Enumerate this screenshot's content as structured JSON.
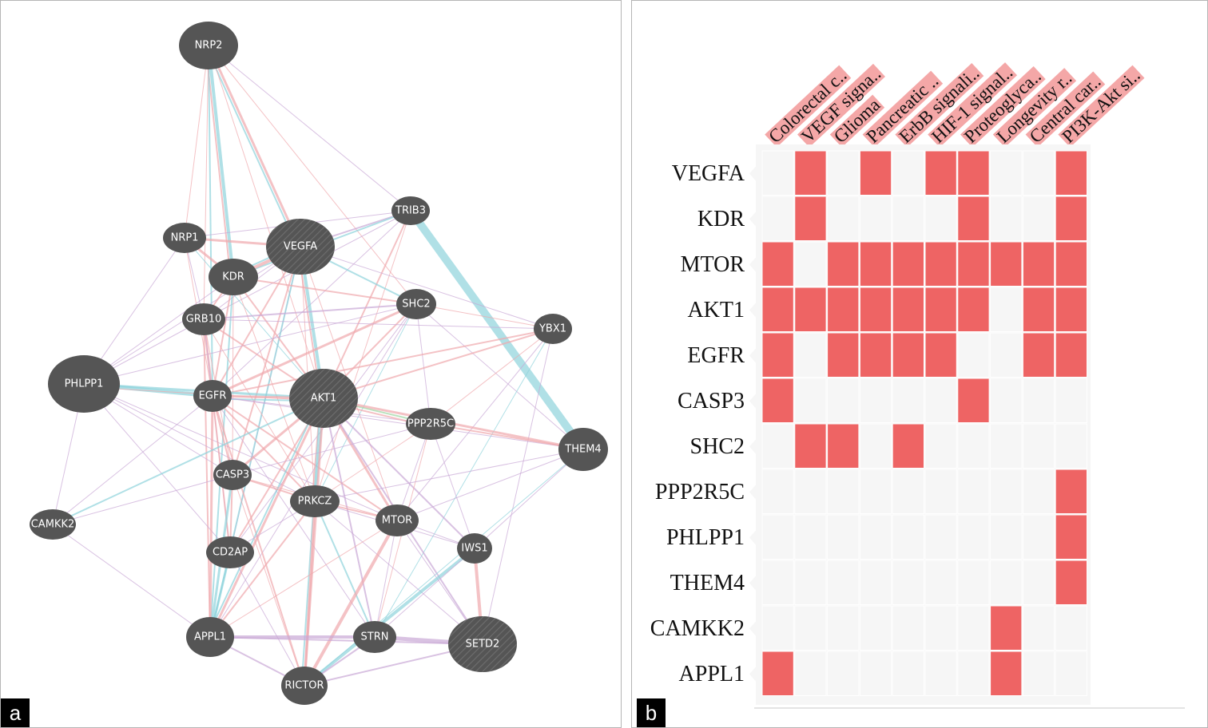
{
  "panels": {
    "a": "a",
    "b": "b"
  },
  "network": {
    "nodes": [
      {
        "id": "NRP2",
        "hatched": false
      },
      {
        "id": "TRIB3",
        "hatched": false
      },
      {
        "id": "NRP1",
        "hatched": false
      },
      {
        "id": "VEGFA",
        "hatched": true
      },
      {
        "id": "KDR",
        "hatched": false
      },
      {
        "id": "SHC2",
        "hatched": false
      },
      {
        "id": "GRB10",
        "hatched": false
      },
      {
        "id": "YBX1",
        "hatched": false
      },
      {
        "id": "PHLPP1",
        "hatched": false
      },
      {
        "id": "EGFR",
        "hatched": false
      },
      {
        "id": "AKT1",
        "hatched": true
      },
      {
        "id": "PPP2R5C",
        "hatched": false
      },
      {
        "id": "THEM4",
        "hatched": false
      },
      {
        "id": "CASP3",
        "hatched": false
      },
      {
        "id": "PRKCZ",
        "hatched": false
      },
      {
        "id": "MTOR",
        "hatched": false
      },
      {
        "id": "CAMKK2",
        "hatched": false
      },
      {
        "id": "IWS1",
        "hatched": false
      },
      {
        "id": "CD2AP",
        "hatched": false
      },
      {
        "id": "APPL1",
        "hatched": false
      },
      {
        "id": "STRN",
        "hatched": false
      },
      {
        "id": "SETD2",
        "hatched": true
      },
      {
        "id": "RICTOR",
        "hatched": false
      }
    ],
    "edge_colors": {
      "pink": "#f0a8ac",
      "cyan": "#8fd3dc",
      "purple": "#c9a8d6",
      "green": "#9fd6a4"
    },
    "edges": [
      [
        "NRP2",
        "VEGFA",
        "pink",
        3
      ],
      [
        "NRP2",
        "VEGFA",
        "cyan",
        2
      ],
      [
        "NRP2",
        "KDR",
        "cyan",
        4
      ],
      [
        "NRP2",
        "KDR",
        "pink",
        2
      ],
      [
        "NRP2",
        "NRP1",
        "pink",
        1
      ],
      [
        "NRP2",
        "AKT1",
        "pink",
        1
      ],
      [
        "NRP2",
        "EGFR",
        "cyan",
        2
      ],
      [
        "NRP2",
        "GRB10",
        "pink",
        1
      ],
      [
        "NRP2",
        "TRIB3",
        "purple",
        1
      ],
      [
        "NRP2",
        "SHC2",
        "pink",
        1
      ],
      [
        "TRIB3",
        "THEM4",
        "cyan",
        10
      ],
      [
        "TRIB3",
        "AKT1",
        "pink",
        2
      ],
      [
        "TRIB3",
        "VEGFA",
        "purple",
        2
      ],
      [
        "TRIB3",
        "NRP1",
        "purple",
        1
      ],
      [
        "TRIB3",
        "KDR",
        "cyan",
        2
      ],
      [
        "TRIB3",
        "EGFR",
        "purple",
        1
      ],
      [
        "TRIB3",
        "PRKCZ",
        "pink",
        1
      ],
      [
        "TRIB3",
        "GRB10",
        "purple",
        1
      ],
      [
        "NRP1",
        "VEGFA",
        "pink",
        3
      ],
      [
        "NRP1",
        "KDR",
        "pink",
        3
      ],
      [
        "NRP1",
        "GRB10",
        "purple",
        1
      ],
      [
        "NRP1",
        "EGFR",
        "pink",
        1
      ],
      [
        "NRP1",
        "AKT1",
        "cyan",
        1
      ],
      [
        "NRP1",
        "PHLPP1",
        "purple",
        1
      ],
      [
        "VEGFA",
        "KDR",
        "pink",
        4
      ],
      [
        "VEGFA",
        "KDR",
        "cyan",
        2
      ],
      [
        "VEGFA",
        "EGFR",
        "pink",
        2
      ],
      [
        "VEGFA",
        "AKT1",
        "cyan",
        4
      ],
      [
        "VEGFA",
        "AKT1",
        "pink",
        2
      ],
      [
        "VEGFA",
        "SHC2",
        "cyan",
        2
      ],
      [
        "VEGFA",
        "GRB10",
        "purple",
        1
      ],
      [
        "VEGFA",
        "CASP3",
        "pink",
        2
      ],
      [
        "VEGFA",
        "PRKCZ",
        "pink",
        1
      ],
      [
        "VEGFA",
        "MTOR",
        "pink",
        1
      ],
      [
        "VEGFA",
        "PHLPP1",
        "purple",
        1
      ],
      [
        "VEGFA",
        "YBX1",
        "purple",
        1
      ],
      [
        "VEGFA",
        "CD2AP",
        "purple",
        1
      ],
      [
        "VEGFA",
        "APPL1",
        "cyan",
        2
      ],
      [
        "KDR",
        "EGFR",
        "pink",
        2
      ],
      [
        "KDR",
        "GRB10",
        "pink",
        2
      ],
      [
        "KDR",
        "AKT1",
        "pink",
        2
      ],
      [
        "KDR",
        "SHC2",
        "pink",
        2
      ],
      [
        "KDR",
        "PRKCZ",
        "pink",
        1
      ],
      [
        "KDR",
        "CASP3",
        "pink",
        1
      ],
      [
        "KDR",
        "APPL1",
        "cyan",
        2
      ],
      [
        "KDR",
        "PHLPP1",
        "purple",
        1
      ],
      [
        "SHC2",
        "EGFR",
        "pink",
        3
      ],
      [
        "SHC2",
        "AKT1",
        "pink",
        2
      ],
      [
        "SHC2",
        "GRB10",
        "purple",
        2
      ],
      [
        "SHC2",
        "YBX1",
        "pink",
        1
      ],
      [
        "SHC2",
        "PPP2R5C",
        "purple",
        1
      ],
      [
        "SHC2",
        "PRKCZ",
        "cyan",
        1
      ],
      [
        "SHC2",
        "PHLPP1",
        "purple",
        1
      ],
      [
        "SHC2",
        "APPL1",
        "purple",
        1
      ],
      [
        "SHC2",
        "CD2AP",
        "purple",
        1
      ],
      [
        "SHC2",
        "THEM4",
        "purple",
        1
      ],
      [
        "GRB10",
        "EGFR",
        "pink",
        3
      ],
      [
        "GRB10",
        "AKT1",
        "pink",
        2
      ],
      [
        "GRB10",
        "PHLPP1",
        "purple",
        1
      ],
      [
        "GRB10",
        "CASP3",
        "pink",
        1
      ],
      [
        "GRB10",
        "APPL1",
        "pink",
        2
      ],
      [
        "GRB10",
        "CD2AP",
        "purple",
        1
      ],
      [
        "GRB10",
        "PRKCZ",
        "pink",
        1
      ],
      [
        "GRB10",
        "YBX1",
        "purple",
        1
      ],
      [
        "YBX1",
        "AKT1",
        "pink",
        2
      ],
      [
        "YBX1",
        "EGFR",
        "pink",
        2
      ],
      [
        "YBX1",
        "PPP2R5C",
        "pink",
        1
      ],
      [
        "YBX1",
        "MTOR",
        "purple",
        1
      ],
      [
        "YBX1",
        "SETD2",
        "purple",
        1
      ],
      [
        "YBX1",
        "STRN",
        "cyan",
        1
      ],
      [
        "PHLPP1",
        "EGFR",
        "cyan",
        5
      ],
      [
        "PHLPP1",
        "AKT1",
        "cyan",
        3
      ],
      [
        "PHLPP1",
        "AKT1",
        "pink",
        1
      ],
      [
        "PHLPP1",
        "CAMKK2",
        "purple",
        1
      ],
      [
        "PHLPP1",
        "CASP3",
        "purple",
        1
      ],
      [
        "PHLPP1",
        "PRKCZ",
        "purple",
        1
      ],
      [
        "PHLPP1",
        "MTOR",
        "purple",
        1
      ],
      [
        "PHLPP1",
        "CD2AP",
        "purple",
        1
      ],
      [
        "EGFR",
        "AKT1",
        "pink",
        3
      ],
      [
        "EGFR",
        "AKT1",
        "cyan",
        2
      ],
      [
        "EGFR",
        "CASP3",
        "pink",
        2
      ],
      [
        "EGFR",
        "PRKCZ",
        "pink",
        2
      ],
      [
        "EGFR",
        "MTOR",
        "pink",
        2
      ],
      [
        "EGFR",
        "CD2AP",
        "pink",
        2
      ],
      [
        "EGFR",
        "APPL1",
        "pink",
        3
      ],
      [
        "EGFR",
        "PPP2R5C",
        "purple",
        1
      ],
      [
        "EGFR",
        "RICTOR",
        "pink",
        2
      ],
      [
        "EGFR",
        "STRN",
        "purple",
        1
      ],
      [
        "EGFR",
        "CAMKK2",
        "purple",
        1
      ],
      [
        "EGFR",
        "THEM4",
        "purple",
        1
      ],
      [
        "AKT1",
        "PPP2R5C",
        "green",
        2
      ],
      [
        "AKT1",
        "PPP2R5C",
        "pink",
        2
      ],
      [
        "AKT1",
        "THEM4",
        "pink",
        3
      ],
      [
        "AKT1",
        "CASP3",
        "pink",
        3
      ],
      [
        "AKT1",
        "PRKCZ",
        "cyan",
        3
      ],
      [
        "AKT1",
        "PRKCZ",
        "pink",
        2
      ],
      [
        "AKT1",
        "MTOR",
        "pink",
        3
      ],
      [
        "AKT1",
        "IWS1",
        "purple",
        2
      ],
      [
        "AKT1",
        "CD2AP",
        "pink",
        2
      ],
      [
        "AKT1",
        "APPL1",
        "pink",
        3
      ],
      [
        "AKT1",
        "APPL1",
        "cyan",
        2
      ],
      [
        "AKT1",
        "STRN",
        "purple",
        2
      ],
      [
        "AKT1",
        "SETD2",
        "purple",
        2
      ],
      [
        "AKT1",
        "RICTOR",
        "pink",
        3
      ],
      [
        "AKT1",
        "RICTOR",
        "cyan",
        2
      ],
      [
        "AKT1",
        "CAMKK2",
        "cyan",
        2
      ],
      [
        "PPP2R5C",
        "THEM4",
        "pink",
        2
      ],
      [
        "PPP2R5C",
        "MTOR",
        "purple",
        1
      ],
      [
        "PPP2R5C",
        "PRKCZ",
        "pink",
        1
      ],
      [
        "PPP2R5C",
        "IWS1",
        "purple",
        1
      ],
      [
        "PPP2R5C",
        "CASP3",
        "purple",
        1
      ],
      [
        "PPP2R5C",
        "STRN",
        "pink",
        1
      ],
      [
        "THEM4",
        "MTOR",
        "purple",
        1
      ],
      [
        "THEM4",
        "IWS1",
        "purple",
        1
      ],
      [
        "THEM4",
        "PRKCZ",
        "purple",
        1
      ],
      [
        "THEM4",
        "RICTOR",
        "cyan",
        1
      ],
      [
        "CASP3",
        "PRKCZ",
        "pink",
        2
      ],
      [
        "CASP3",
        "MTOR",
        "pink",
        1
      ],
      [
        "CASP3",
        "CD2AP",
        "pink",
        2
      ],
      [
        "CASP3",
        "APPL1",
        "cyan",
        3
      ],
      [
        "CASP3",
        "CAMKK2",
        "purple",
        1
      ],
      [
        "CASP3",
        "RICTOR",
        "pink",
        1
      ],
      [
        "PRKCZ",
        "MTOR",
        "pink",
        2
      ],
      [
        "PRKCZ",
        "CD2AP",
        "purple",
        1
      ],
      [
        "PRKCZ",
        "APPL1",
        "pink",
        2
      ],
      [
        "PRKCZ",
        "STRN",
        "cyan",
        2
      ],
      [
        "PRKCZ",
        "RICTOR",
        "pink",
        3
      ],
      [
        "PRKCZ",
        "SETD2",
        "purple",
        1
      ],
      [
        "PRKCZ",
        "IWS1",
        "purple",
        1
      ],
      [
        "MTOR",
        "RICTOR",
        "pink",
        4
      ],
      [
        "MTOR",
        "IWS1",
        "purple",
        1
      ],
      [
        "MTOR",
        "STRN",
        "purple",
        1
      ],
      [
        "MTOR",
        "SETD2",
        "purple",
        1
      ],
      [
        "MTOR",
        "APPL1",
        "pink",
        1
      ],
      [
        "IWS1",
        "SETD2",
        "pink",
        4
      ],
      [
        "IWS1",
        "RICTOR",
        "cyan",
        4
      ],
      [
        "IWS1",
        "STRN",
        "purple",
        1
      ],
      [
        "CD2AP",
        "APPL1",
        "cyan",
        3
      ],
      [
        "CD2AP",
        "RICTOR",
        "purple",
        1
      ],
      [
        "APPL1",
        "STRN",
        "purple",
        4
      ],
      [
        "APPL1",
        "RICTOR",
        "purple",
        2
      ],
      [
        "APPL1",
        "SETD2",
        "purple",
        2
      ],
      [
        "APPL1",
        "CAMKK2",
        "purple",
        1
      ],
      [
        "STRN",
        "SETD2",
        "purple",
        5
      ],
      [
        "STRN",
        "RICTOR",
        "purple",
        2
      ],
      [
        "SETD2",
        "RICTOR",
        "purple",
        2
      ]
    ]
  },
  "chart_data": {
    "type": "heatmap",
    "colors": {
      "on": "#ee6464",
      "off": "#f6f6f6",
      "grid": "#ffffff",
      "label_bg": "#f4a7a7"
    },
    "pathways": [
      "Colorectal c..",
      "VEGF signa..",
      "Glioma",
      "Pancreatic ..",
      "ErbB signali..",
      "HIF-1 signal..",
      "Proteoglyca..",
      "Longevity r..",
      "Central car..",
      "PI3K-Akt si.."
    ],
    "genes": [
      "VEGFA",
      "KDR",
      "MTOR",
      "AKT1",
      "EGFR",
      "CASP3",
      "SHC2",
      "PPP2R5C",
      "PHLPP1",
      "THEM4",
      "CAMKK2",
      "APPL1"
    ],
    "matrix": [
      [
        0,
        1,
        0,
        1,
        0,
        1,
        1,
        0,
        0,
        1
      ],
      [
        0,
        1,
        0,
        0,
        0,
        0,
        1,
        0,
        0,
        1
      ],
      [
        1,
        0,
        1,
        1,
        1,
        1,
        1,
        1,
        1,
        1
      ],
      [
        1,
        1,
        1,
        1,
        1,
        1,
        1,
        0,
        1,
        1
      ],
      [
        1,
        0,
        1,
        1,
        1,
        1,
        0,
        0,
        1,
        1
      ],
      [
        1,
        0,
        0,
        0,
        0,
        0,
        1,
        0,
        0,
        0
      ],
      [
        0,
        1,
        1,
        0,
        1,
        0,
        0,
        0,
        0,
        0
      ],
      [
        0,
        0,
        0,
        0,
        0,
        0,
        0,
        0,
        0,
        1
      ],
      [
        0,
        0,
        0,
        0,
        0,
        0,
        0,
        0,
        0,
        1
      ],
      [
        0,
        0,
        0,
        0,
        0,
        0,
        0,
        0,
        0,
        1
      ],
      [
        0,
        0,
        0,
        0,
        0,
        0,
        0,
        1,
        0,
        0
      ],
      [
        1,
        0,
        0,
        0,
        0,
        0,
        0,
        1,
        0,
        0
      ]
    ]
  }
}
